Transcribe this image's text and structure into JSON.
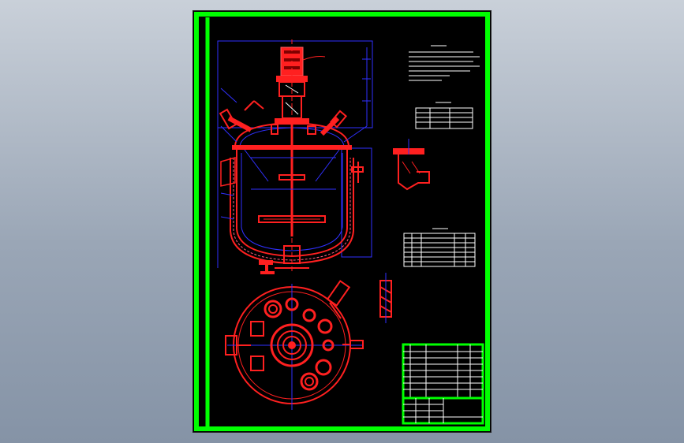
{
  "colors": {
    "background_top": "#c9d0d9",
    "background_bottom": "#8593a6",
    "sheet": "#000000",
    "frame": "#00ff00",
    "red": "#ff2020",
    "blue": "#3030ff",
    "white": "#ffffff",
    "magenta": "#ff00ff"
  },
  "drawing": {
    "tables": [
      "technical-requirements-notes",
      "design-parameters-table",
      "nozzle-table",
      "parts-list",
      "title-block"
    ],
    "views": [
      "front-section-view",
      "top-view",
      "detail-view-a",
      "detail-view-b"
    ]
  }
}
